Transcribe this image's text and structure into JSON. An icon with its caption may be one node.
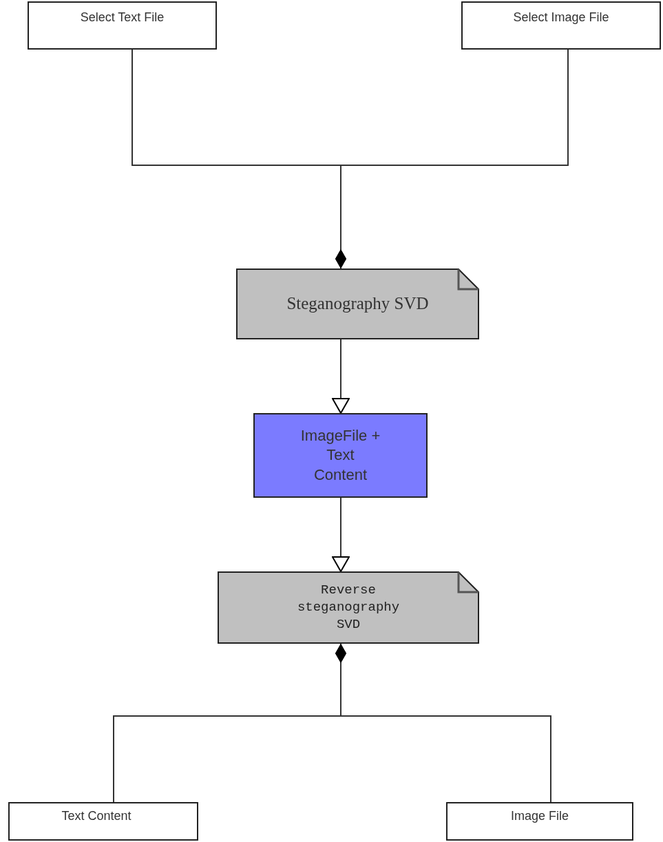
{
  "diagram": {
    "nodes": [
      {
        "text": [
          "Select Text File"
        ]
      },
      {
        "text": [
          "Select Image File"
        ]
      },
      {
        "text": [
          "Steganography SVD"
        ]
      },
      {
        "text": [
          "ImageFile + Text Content"
        ]
      },
      {
        "text": [
          "Reverse steganography SVD"
        ]
      },
      {
        "text": [
          "Text Content"
        ]
      },
      {
        "text": [
          "Image File"
        ]
      }
    ],
    "edges": [
      {
        "from": 0,
        "to": 2,
        "arrow": "other"
      },
      {
        "from": 1,
        "to": 2,
        "arrow": "other"
      },
      {
        "from": 2,
        "to": 3,
        "arrow": "to"
      },
      {
        "from": 3,
        "to": 4,
        "arrow": "to"
      },
      {
        "from": 5,
        "to": 4,
        "arrow": "other"
      },
      {
        "from": 6,
        "to": 4,
        "arrow": "other"
      }
    ]
  }
}
